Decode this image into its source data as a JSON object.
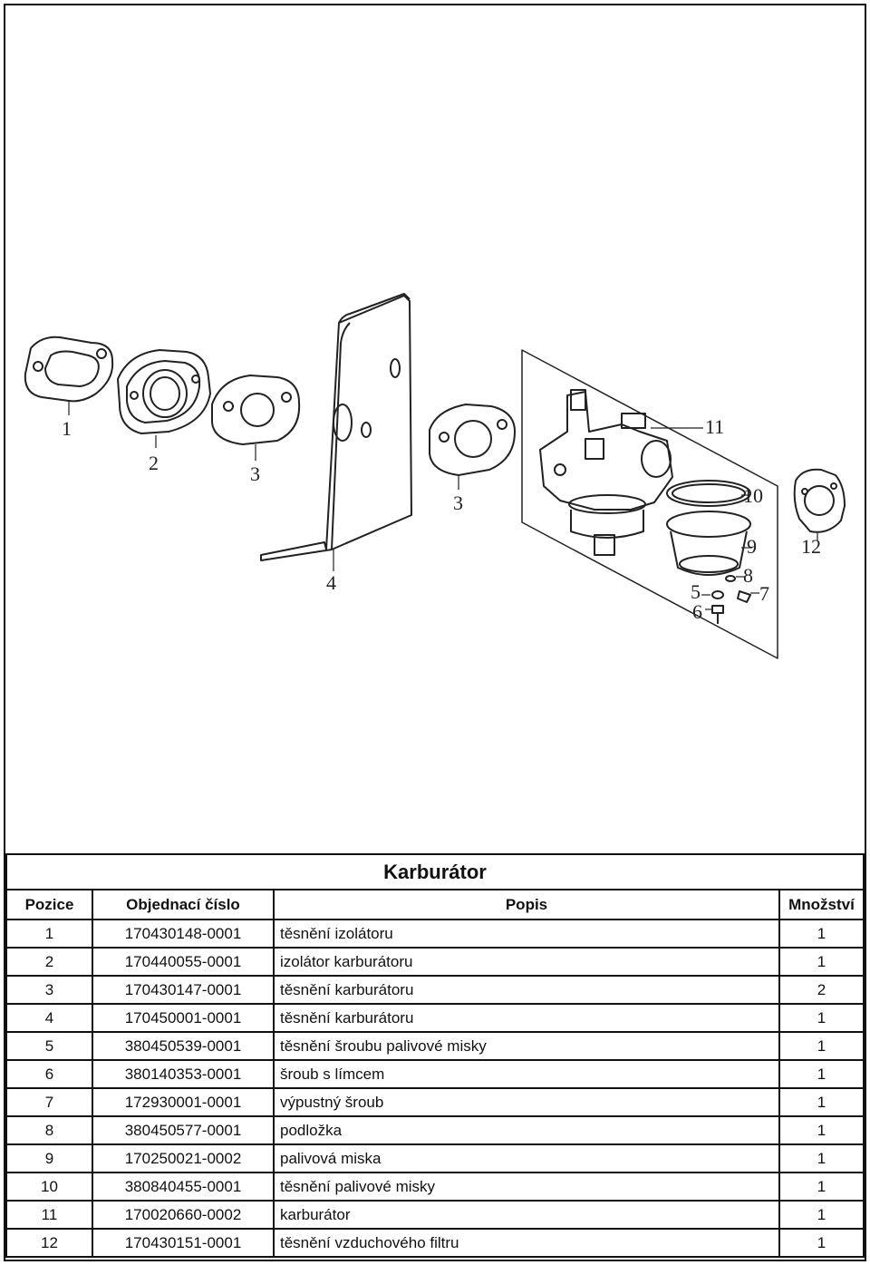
{
  "diagram": {
    "callouts": [
      "1",
      "2",
      "3",
      "3",
      "4",
      "5",
      "6",
      "7",
      "8",
      "9",
      "10",
      "11",
      "12"
    ]
  },
  "table": {
    "title": "Karburátor",
    "headers": [
      "Pozice",
      "Objednací číslo",
      "Popis",
      "Množství"
    ],
    "rows": [
      {
        "pos": "1",
        "number": "170430148-0001",
        "desc": "těsnění izolátoru",
        "qty": "1"
      },
      {
        "pos": "2",
        "number": "170440055-0001",
        "desc": "izolátor karburátoru",
        "qty": "1"
      },
      {
        "pos": "3",
        "number": "170430147-0001",
        "desc": "těsnění karburátoru",
        "qty": "2"
      },
      {
        "pos": "4",
        "number": "170450001-0001",
        "desc": "těsnění karburátoru",
        "qty": "1"
      },
      {
        "pos": "5",
        "number": "380450539-0001",
        "desc": "těsnění šroubu palivové misky",
        "qty": "1"
      },
      {
        "pos": "6",
        "number": "380140353-0001",
        "desc": "šroub s límcem",
        "qty": "1"
      },
      {
        "pos": "7",
        "number": "172930001-0001",
        "desc": "výpustný šroub",
        "qty": "1"
      },
      {
        "pos": "8",
        "number": "380450577-0001",
        "desc": "podložka",
        "qty": "1"
      },
      {
        "pos": "9",
        "number": "170250021-0002",
        "desc": "palivová miska",
        "qty": "1"
      },
      {
        "pos": "10",
        "number": "380840455-0001",
        "desc": "těsnění palivové misky",
        "qty": "1"
      },
      {
        "pos": "11",
        "number": "170020660-0002",
        "desc": "karburátor",
        "qty": "1"
      },
      {
        "pos": "12",
        "number": "170430151-0001",
        "desc": "těsnění vzduchového filtru",
        "qty": "1"
      }
    ]
  }
}
